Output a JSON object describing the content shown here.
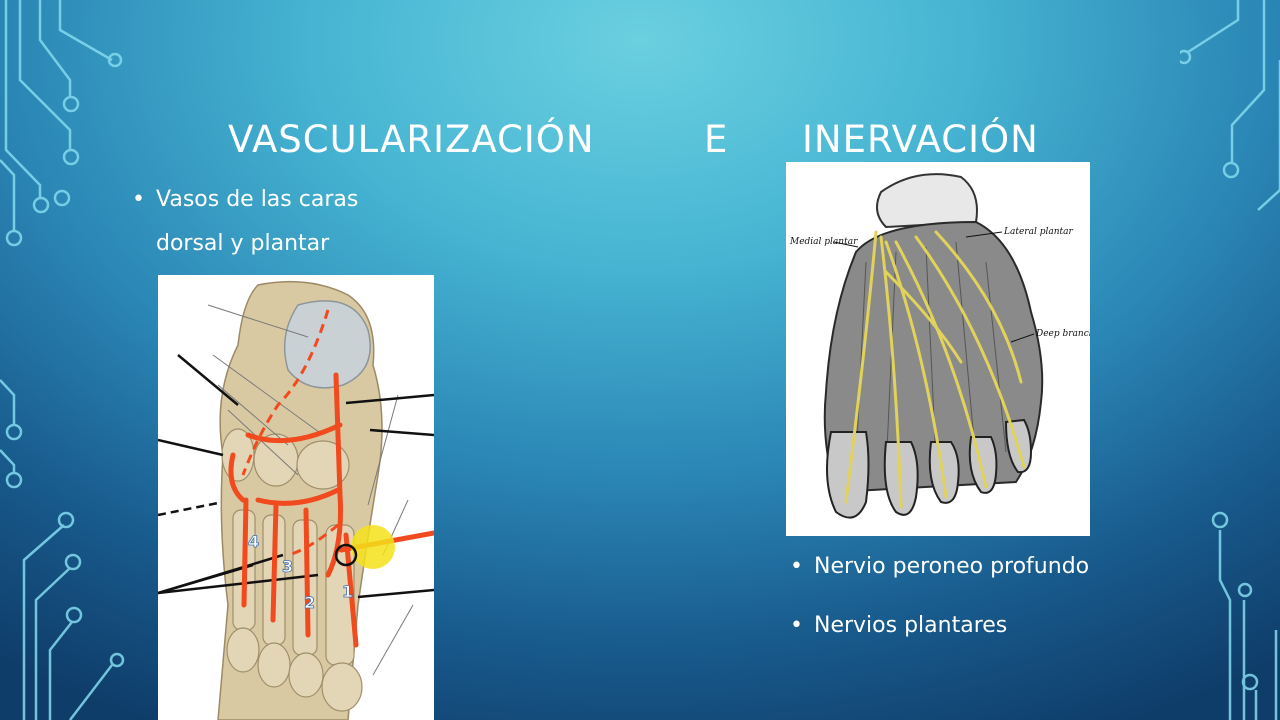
{
  "slide": {
    "title": {
      "part1": "VASCULARIZACIÓN",
      "part2": "E",
      "part3": "INERVACIÓN"
    },
    "left_bullets": [
      "Vasos de las caras dorsal y plantar"
    ],
    "right_bullets": [
      "Nervio peroneo profundo",
      "Nervios plantares"
    ]
  },
  "figure_vessels": {
    "number_labels": [
      "4",
      "3",
      "2",
      "1"
    ],
    "vessel_color": "#f04a1e"
  },
  "figure_nerves": {
    "labels": {
      "medial": "Medial plantar",
      "lateral": "Lateral plantar",
      "deep": "Deep branch"
    },
    "nerve_color": "#e0d25a"
  },
  "colors": {
    "title": "#ffffff",
    "circuit": "#7fdcf0"
  }
}
